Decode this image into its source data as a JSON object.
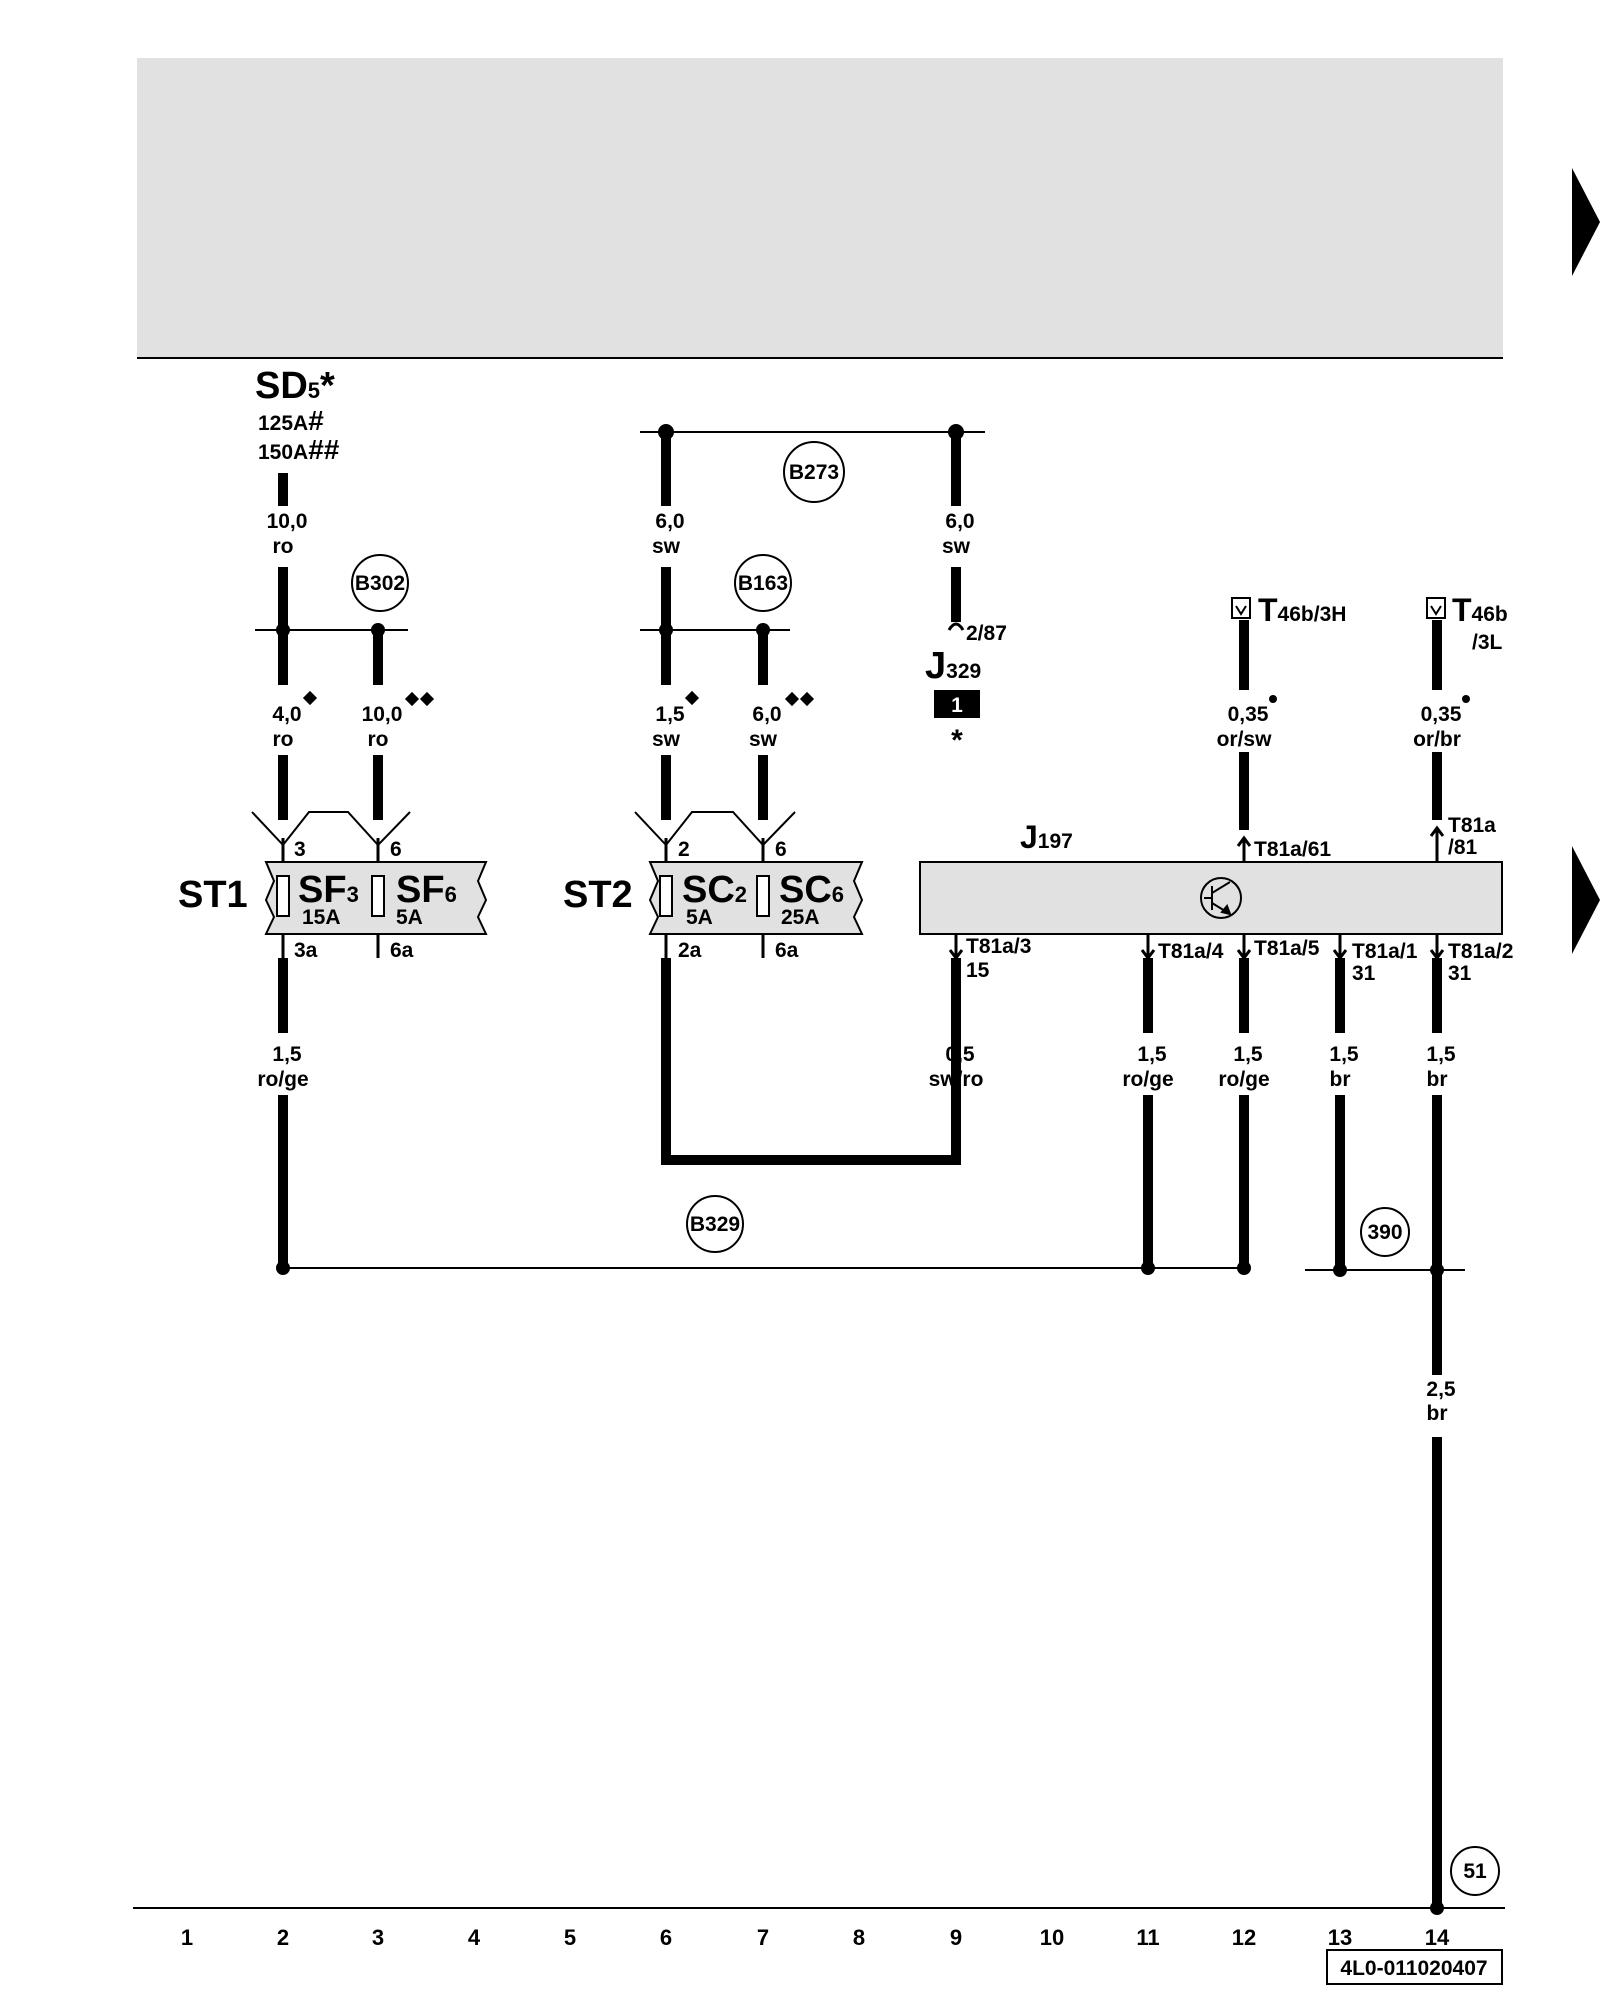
{
  "header": {
    "fill": "#e1e1e1"
  },
  "supply": {
    "sd_name": "SD",
    "sd_sub": "5",
    "sd_star": "*",
    "fuse_125": "125A",
    "fuse_125_mark": "#",
    "fuse_150": "150A",
    "fuse_150_mark": "##"
  },
  "wires": {
    "w2_top": [
      "10,0",
      "ro"
    ],
    "w6_top": [
      "6,0",
      "sw"
    ],
    "w9_top": [
      "6,0",
      "sw"
    ],
    "w2_mid": [
      "4,0",
      "ro"
    ],
    "w3_mid": [
      "10,0",
      "ro"
    ],
    "w6_mid": [
      "1,5",
      "sw"
    ],
    "w7_mid": [
      "6,0",
      "sw"
    ],
    "w12_mid": [
      "0,35",
      "or/sw"
    ],
    "w14_mid": [
      "0,35",
      "or/br"
    ],
    "w2_low": [
      "1,5",
      "ro/ge"
    ],
    "w9_low": [
      "0,5",
      "sw/ro"
    ],
    "w11_low": [
      "1,5",
      "ro/ge"
    ],
    "w12_low": [
      "1,5",
      "ro/ge"
    ],
    "w13_low": [
      "1,5",
      "br"
    ],
    "w14_low": [
      "1,5",
      "br"
    ],
    "w14_ground": [
      "2,5",
      "br"
    ]
  },
  "circles": {
    "b302": "B302",
    "b273": "B273",
    "b163": "B163",
    "b329": "B329",
    "g390": "390",
    "g51": "51"
  },
  "relay": {
    "pin": "2/87",
    "name": "J",
    "sub": "329",
    "box": "1",
    "star": "*"
  },
  "connectors": {
    "t46_left": {
      "name": "T",
      "sub": "46b/3H"
    },
    "t46_right": {
      "name": "T",
      "sub": "46b",
      "sub2": "/3L"
    }
  },
  "st1": {
    "name": "ST1",
    "fuse_a": {
      "name": "SF",
      "sub": "3",
      "rating": "15A"
    },
    "fuse_b": {
      "name": "SF",
      "sub": "6",
      "rating": "5A"
    },
    "pin_in_a": "3",
    "pin_in_b": "6",
    "pin_out_a": "3a",
    "pin_out_b": "6a"
  },
  "st2": {
    "name": "ST2",
    "fuse_a": {
      "name": "SC",
      "sub": "2",
      "rating": "5A"
    },
    "fuse_b": {
      "name": "SC",
      "sub": "6",
      "rating": "25A"
    },
    "pin_in_a": "2",
    "pin_in_b": "6",
    "pin_out_a": "2a",
    "pin_out_b": "6a"
  },
  "module": {
    "name": "J",
    "sub": "197",
    "fill": "#e1e1e1",
    "pin_top_61": "T81a/61",
    "pin_top_81a": "T81a",
    "pin_top_81b": "/81",
    "pin_3": "T81a/3",
    "pin_3_term": "15",
    "pin_4": "T81a/4",
    "pin_5": "T81a/5",
    "pin_1": "T81a/1",
    "pin_1_term": "31",
    "pin_2": "T81a/2",
    "pin_2_term": "31"
  },
  "grid_numbers": [
    "1",
    "2",
    "3",
    "4",
    "5",
    "6",
    "7",
    "8",
    "9",
    "10",
    "11",
    "12",
    "13",
    "14"
  ],
  "footer": {
    "code": "4L0-011020407"
  }
}
